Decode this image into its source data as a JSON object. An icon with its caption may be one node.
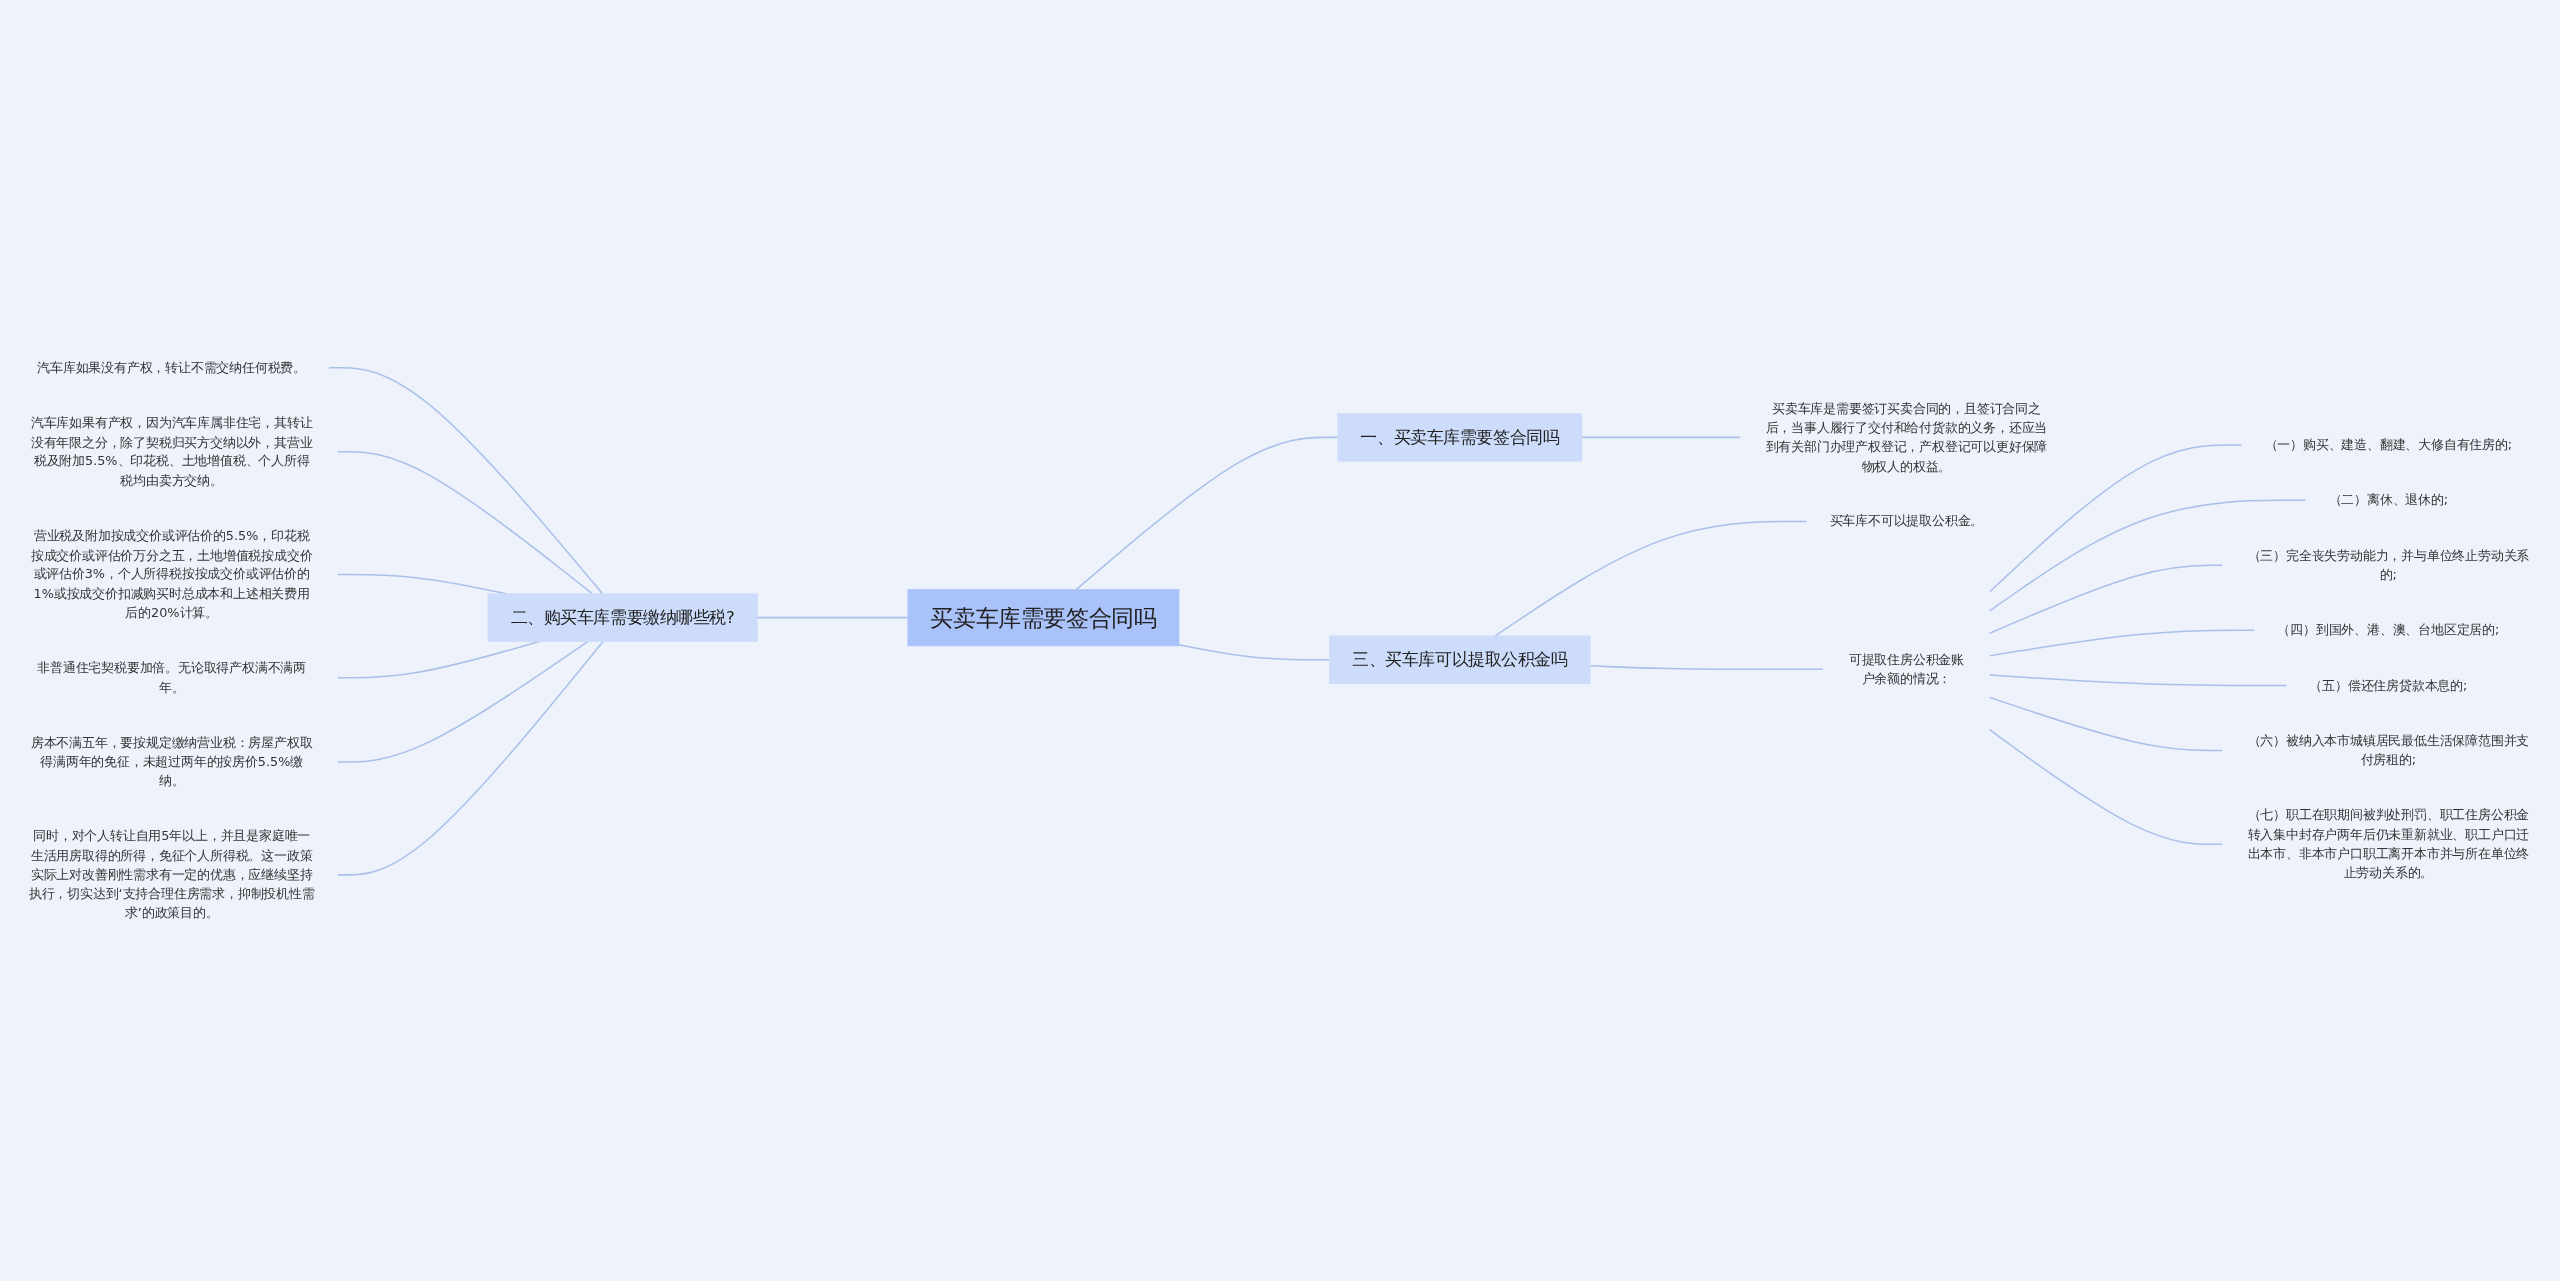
{
  "diagram": {
    "nodes": [
      {
        "text": [
          "买卖车库需要签合同吗"
        ]
      },
      {
        "text": [
          "一、买卖车库需要签合同吗"
        ]
      },
      {
        "text": [
          "买卖车库是需要签订买卖合同的，且签订合同之后，当事人履行了交付和给付货款的义务，还应当到有关部门办理产权登记，产权登记可以更好保障物权人的权益。"
        ]
      },
      {
        "text": [
          "二、购买车库需要缴纳哪些税?"
        ]
      },
      {
        "text": [
          "汽车库如果没有产权，转让不需交纳任何税费。"
        ]
      },
      {
        "text": [
          "汽车库如果有产权，因为汽车库属非住宅，其转让没有年限之分，除了契税归买方交纳以外，其营业税及附加5.5%、印花税、土地增值税、个人所得税均由卖方交纳。"
        ]
      },
      {
        "text": [
          "营业税及附加按成交价或评估价的5.5%，印花税按成交价或评估价万分之五，土地增值税按成交价或评估价3%，个人所得税按按成交价或评估价的1%或按成交价扣减购买时总成本和上述相关费用后的20%计算。"
        ]
      },
      {
        "text": [
          "非普通住宅契税要加倍。无论取得产权满不满两年。"
        ]
      },
      {
        "text": [
          "房本不满五年，要按规定缴纳营业税：房屋产权取得满两年的免征，未超过两年的按房价5.5%缴纳。"
        ]
      },
      {
        "text": [
          "同时，对个人转让自用5年以上，并且是家庭唯一生活用房取得的所得，免征个人所得税。这一政策实际上对改善刚性需求有一定的优惠，应继续坚持执行，切实达到‘支持合理住房需求，抑制投机性需求’的政策目的。"
        ]
      },
      {
        "text": [
          "三、买车库可以提取公积金吗"
        ]
      },
      {
        "text": [
          "买车库不可以提取公积金。"
        ]
      },
      {
        "text": [
          "可提取住房公积金账户余额的情况："
        ]
      },
      {
        "text": [
          "（一）购买、建造、翻建、大修自有住房的;"
        ]
      },
      {
        "text": [
          "（二）离休、退休的;"
        ]
      },
      {
        "text": [
          "（三）完全丧失劳动能力，并与单位终止劳动关系的;"
        ]
      },
      {
        "text": [
          "（四）到国外、港、澳、台地区定居的;"
        ]
      },
      {
        "text": [
          "（五）偿还住房贷款本息的;"
        ]
      },
      {
        "text": [
          "（六）被纳入本市城镇居民最低生活保障范围并支付房租的;"
        ]
      },
      {
        "text": [
          "（七）职工在职期间被判处刑罚、职工住房公积金转入集中封存户两年后仍未重新就业、职工户口迁出本市、非本市户口职工离开本市并与所在单位终止劳动关系的。"
        ]
      }
    ],
    "edges": [
      {
        "from": 0,
        "to": 1,
        "arrow": "none"
      },
      {
        "from": 1,
        "to": 2,
        "arrow": "none"
      },
      {
        "from": 0,
        "to": 3,
        "arrow": "none"
      },
      {
        "from": 3,
        "to": 4,
        "arrow": "none"
      },
      {
        "from": 3,
        "to": 5,
        "arrow": "none"
      },
      {
        "from": 3,
        "to": 6,
        "arrow": "none"
      },
      {
        "from": 3,
        "to": 7,
        "arrow": "none"
      },
      {
        "from": 3,
        "to": 8,
        "arrow": "none"
      },
      {
        "from": 3,
        "to": 9,
        "arrow": "none"
      },
      {
        "from": 0,
        "to": 10,
        "arrow": "none"
      },
      {
        "from": 10,
        "to": 11,
        "arrow": "none"
      },
      {
        "from": 10,
        "to": 12,
        "arrow": "none"
      },
      {
        "from": 12,
        "to": 13,
        "arrow": "none"
      },
      {
        "from": 12,
        "to": 14,
        "arrow": "none"
      },
      {
        "from": 12,
        "to": 15,
        "arrow": "none"
      },
      {
        "from": 12,
        "to": 16,
        "arrow": "none"
      },
      {
        "from": 12,
        "to": 17,
        "arrow": "none"
      },
      {
        "from": 12,
        "to": 18,
        "arrow": "none"
      },
      {
        "from": 12,
        "to": 19,
        "arrow": "none"
      }
    ]
  }
}
